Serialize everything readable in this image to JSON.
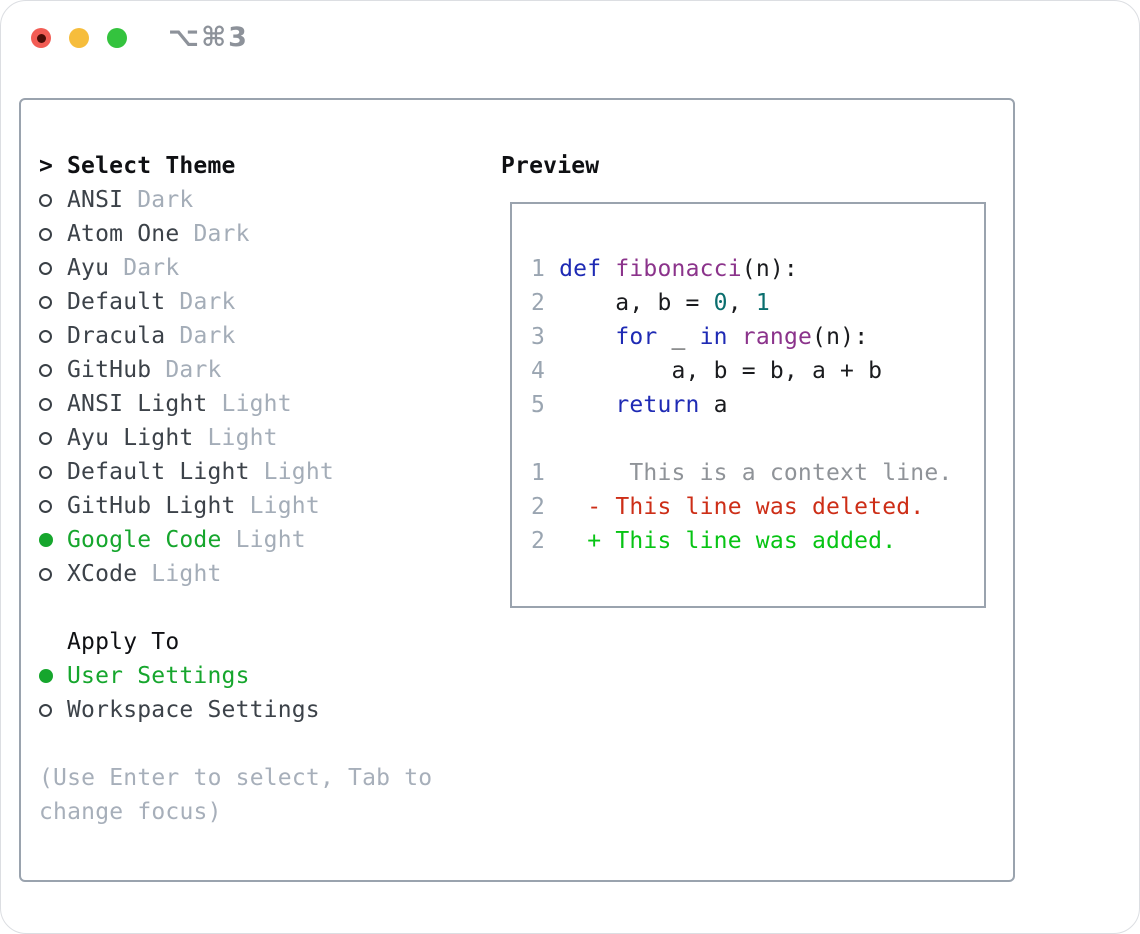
{
  "window": {
    "title": "⌥⌘3",
    "traffic_lights": [
      "close",
      "minimize",
      "zoom"
    ]
  },
  "colors": {
    "window_border": "#dcdee2",
    "panel_border": "#9aa3ae",
    "title_text": "#8d929a",
    "light_red": "#f25c54",
    "light_red_dot": "#4a0d07",
    "light_yellow": "#f6bd3c",
    "light_green": "#34c33e",
    "header_text": "#0f1013",
    "theme_name": "#3c4249",
    "muted": "#a4adb8",
    "hint": "#a7afba",
    "ring": "#3a4046",
    "green": "#16a62d",
    "line_no": "#9aa5b1",
    "keyword": "#1e2ab4",
    "function": "#8b338b",
    "literal": "#0a6e6e",
    "plain": "#1a1b1e",
    "context": "#8f9398",
    "deleted": "#cd2e17",
    "added": "#07c414"
  },
  "theme_panel": {
    "header": {
      "marker": ">",
      "label": "Select Theme"
    },
    "themes": [
      {
        "name": "ANSI",
        "variant": "Dark",
        "selected": false
      },
      {
        "name": "Atom One",
        "variant": "Dark",
        "selected": false
      },
      {
        "name": "Ayu",
        "variant": "Dark",
        "selected": false
      },
      {
        "name": "Default",
        "variant": "Dark",
        "selected": false
      },
      {
        "name": "Dracula",
        "variant": "Dark",
        "selected": false
      },
      {
        "name": "GitHub",
        "variant": "Dark",
        "selected": false
      },
      {
        "name": "ANSI Light",
        "variant": "Light",
        "selected": false
      },
      {
        "name": "Ayu Light",
        "variant": "Light",
        "selected": false
      },
      {
        "name": "Default Light",
        "variant": "Light",
        "selected": false
      },
      {
        "name": "GitHub Light",
        "variant": "Light",
        "selected": false
      },
      {
        "name": "Google Code",
        "variant": "Light",
        "selected": true
      },
      {
        "name": "XCode",
        "variant": "Light",
        "selected": false
      }
    ],
    "apply_to": {
      "header": "Apply To",
      "options": [
        {
          "label": "User Settings",
          "selected": true
        },
        {
          "label": "Workspace Settings",
          "selected": false
        }
      ]
    },
    "hints": [
      "(Use Enter to select, Tab to",
      "change focus)"
    ]
  },
  "preview": {
    "header": "Preview",
    "lines": [
      [
        {
          "t": "1 ",
          "c": "line_no"
        },
        {
          "t": "def",
          "c": "keyword"
        },
        {
          "t": " ",
          "c": "plain"
        },
        {
          "t": "fibonacci",
          "c": "function"
        },
        {
          "t": "(n):",
          "c": "plain"
        }
      ],
      [
        {
          "t": "2 ",
          "c": "line_no"
        },
        {
          "t": "    a, b = ",
          "c": "plain"
        },
        {
          "t": "0",
          "c": "literal"
        },
        {
          "t": ", ",
          "c": "plain"
        },
        {
          "t": "1",
          "c": "literal"
        }
      ],
      [
        {
          "t": "3 ",
          "c": "line_no"
        },
        {
          "t": "    ",
          "c": "plain"
        },
        {
          "t": "for",
          "c": "keyword"
        },
        {
          "t": " _ ",
          "c": "plain"
        },
        {
          "t": "in",
          "c": "keyword"
        },
        {
          "t": " ",
          "c": "plain"
        },
        {
          "t": "range",
          "c": "function"
        },
        {
          "t": "(n):",
          "c": "plain"
        }
      ],
      [
        {
          "t": "4 ",
          "c": "line_no"
        },
        {
          "t": "        a, b = b, a + b",
          "c": "plain"
        }
      ],
      [
        {
          "t": "5 ",
          "c": "line_no"
        },
        {
          "t": "    ",
          "c": "plain"
        },
        {
          "t": "return",
          "c": "keyword"
        },
        {
          "t": " a",
          "c": "plain"
        }
      ],
      [],
      [
        {
          "t": "1 ",
          "c": "line_no"
        },
        {
          "t": "     This is a context line.",
          "c": "context"
        }
      ],
      [
        {
          "t": "2 ",
          "c": "line_no"
        },
        {
          "t": "  ",
          "c": "plain"
        },
        {
          "t": "- This line was deleted.",
          "c": "deleted"
        }
      ],
      [
        {
          "t": "2 ",
          "c": "line_no"
        },
        {
          "t": "  ",
          "c": "plain"
        },
        {
          "t": "+ This line was added.",
          "c": "added"
        }
      ]
    ]
  }
}
